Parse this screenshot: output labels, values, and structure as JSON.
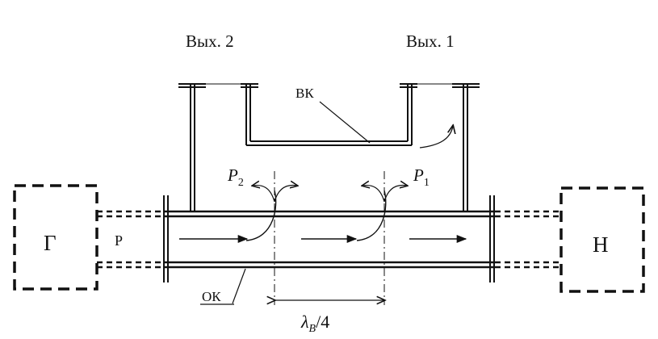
{
  "labels": {
    "out2": "Вых. 2",
    "out1": "Вых. 1",
    "vk": "ВК",
    "ok": "ОК",
    "generator": "Г",
    "load": "Н",
    "p_in": "Р",
    "p1_base": "P",
    "p1_sub": "1",
    "p2_base": "P",
    "p2_sub": "2",
    "lambda_base": "λ",
    "lambda_sub": "B",
    "lambda_rest": "/4"
  }
}
